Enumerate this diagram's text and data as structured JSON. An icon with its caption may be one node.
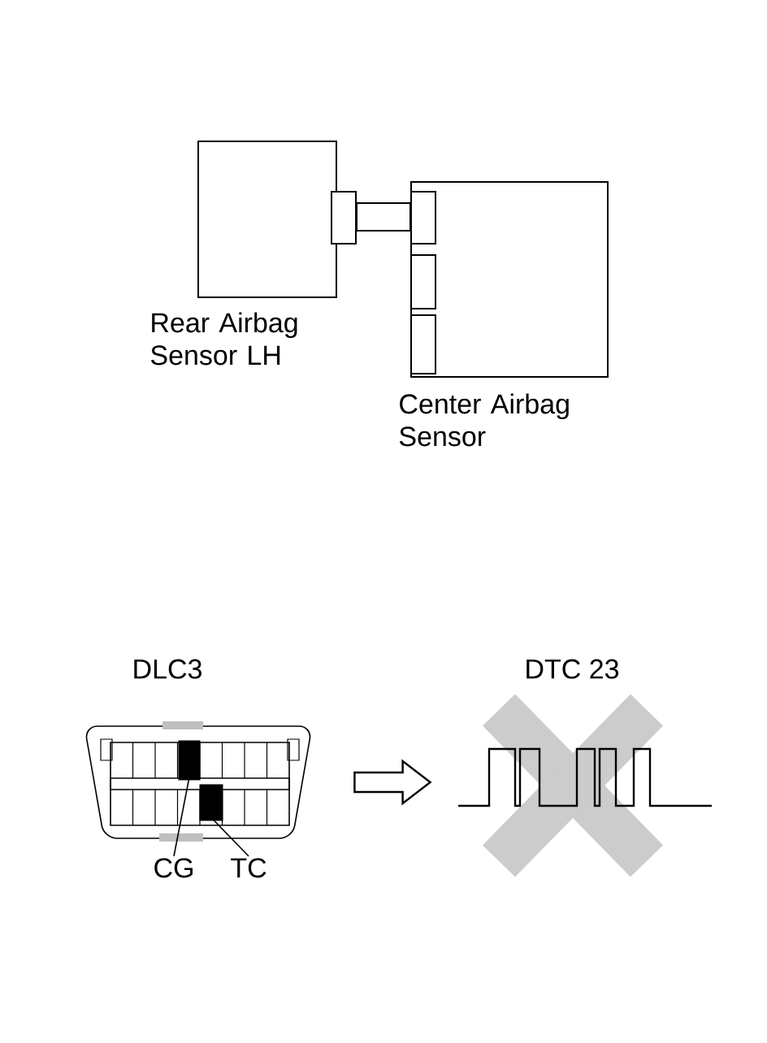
{
  "diagram": {
    "nodes": [
      {
        "text": [
          "Rear Airbag Sensor LH"
        ]
      },
      {
        "text": [
          "Center Airbag Sensor"
        ]
      },
      {
        "text": [
          "DLC3"
        ]
      },
      {
        "text": [],
        "shape": "bar",
        "in": 2
      },
      {
        "text": [],
        "shape": "bar",
        "in": 2
      },
      {
        "text": [
          "CG"
        ]
      },
      {
        "text": [
          "TC"
        ]
      },
      {
        "text": [
          "DTC 23"
        ]
      }
    ],
    "edges": [
      {
        "from": 0,
        "to": 1,
        "arrow": "none"
      },
      {
        "from": 5,
        "to": 3,
        "arrow": "none"
      },
      {
        "from": 6,
        "to": 4,
        "arrow": "none"
      },
      {
        "from": 2,
        "to": 7,
        "arrow": "to",
        "style": "thick"
      }
    ]
  }
}
